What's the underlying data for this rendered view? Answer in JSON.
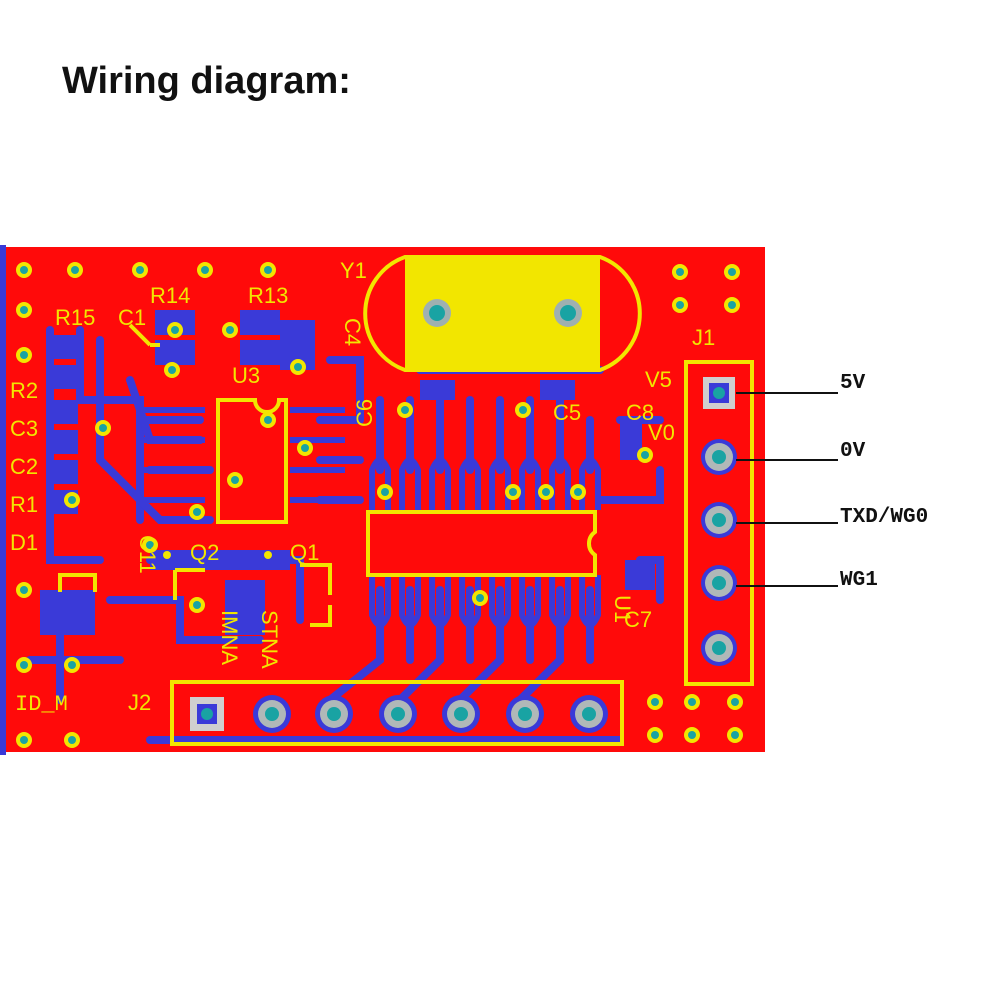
{
  "title": "Wiring diagram:",
  "board": {
    "silkscreen": {
      "y1": "Y1",
      "r14": "R14",
      "r13": "R13",
      "r15": "R15",
      "c1": "C1",
      "c4": "C4",
      "u3": "U3",
      "r2": "R2",
      "c3": "C3",
      "c2": "C2",
      "r1": "R1",
      "d1": "D1",
      "c6": "C6",
      "c5": "C5",
      "c8": "C8",
      "c11": "C11",
      "q2": "Q2",
      "q1": "Q1",
      "u1": "U1",
      "c7": "C7",
      "j1": "J1",
      "j2": "J2",
      "id_m": "ID_M",
      "mirrored_a": "STNA",
      "mirrored_b": "IMNA",
      "mirrored_c": "V5",
      "mirrored_d": "V0"
    }
  },
  "connector_j1": {
    "pins": [
      {
        "label": "5V"
      },
      {
        "label": "0V"
      },
      {
        "label": "TXD/WG0"
      },
      {
        "label": "WG1"
      },
      {
        "label": ""
      }
    ]
  },
  "colors": {
    "board": "#ff0a0a",
    "trace": "#3a3ad8",
    "silkscreen": "#f2e600",
    "pad": "#cfcfcf",
    "via": "#19a3a3"
  }
}
